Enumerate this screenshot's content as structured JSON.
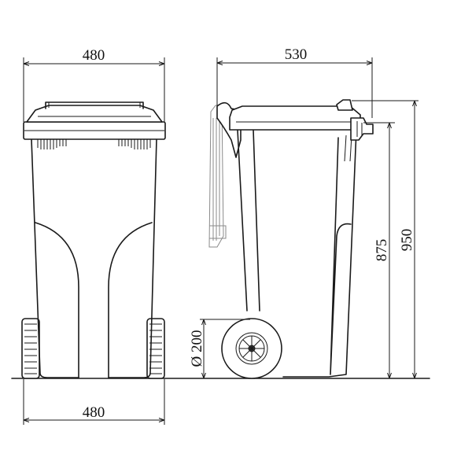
{
  "dimensions": {
    "front_top_width": "480",
    "front_bottom_width": "480",
    "side_width": "530",
    "body_height": "875",
    "total_height": "950",
    "wheel_diameter": "Ø 200"
  },
  "line_color": "#1a1a1a",
  "background_color": "#ffffff"
}
